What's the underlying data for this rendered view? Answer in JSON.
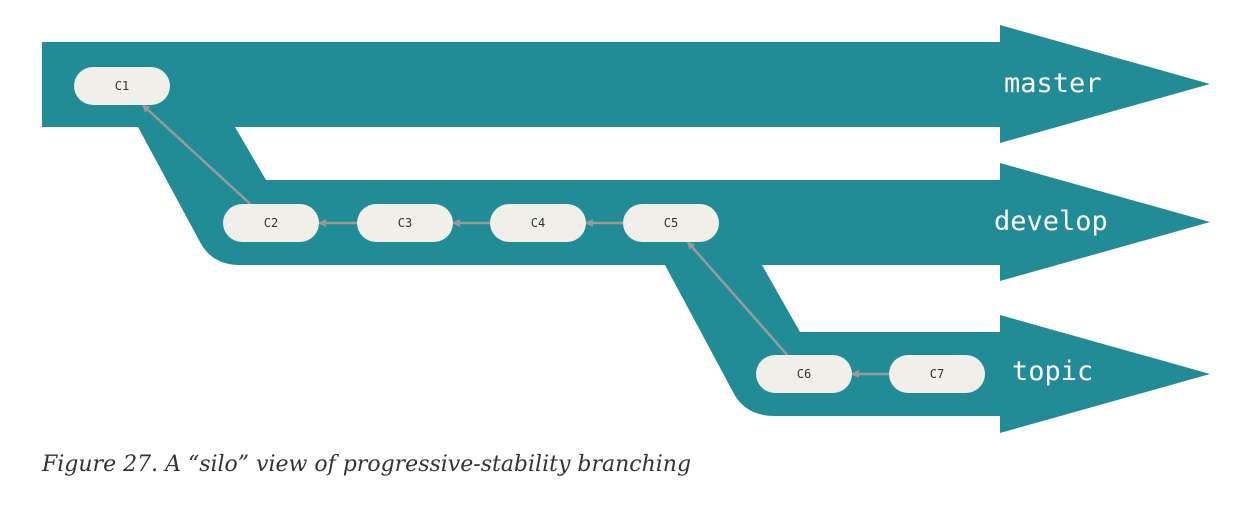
{
  "colors": {
    "branch": "#218c96",
    "commit": "#f0efe9",
    "arrow": "#9a9a9a"
  },
  "branches": [
    {
      "id": "master",
      "label": "master"
    },
    {
      "id": "develop",
      "label": "develop"
    },
    {
      "id": "topic",
      "label": "topic"
    }
  ],
  "commits": [
    {
      "id": "c1",
      "label": "C1",
      "branch": "master"
    },
    {
      "id": "c2",
      "label": "C2",
      "branch": "develop"
    },
    {
      "id": "c3",
      "label": "C3",
      "branch": "develop"
    },
    {
      "id": "c4",
      "label": "C4",
      "branch": "develop"
    },
    {
      "id": "c5",
      "label": "C5",
      "branch": "develop"
    },
    {
      "id": "c6",
      "label": "C6",
      "branch": "topic"
    },
    {
      "id": "c7",
      "label": "C7",
      "branch": "topic"
    }
  ],
  "edges": [
    {
      "from": "c2",
      "to": "c1"
    },
    {
      "from": "c3",
      "to": "c2"
    },
    {
      "from": "c4",
      "to": "c3"
    },
    {
      "from": "c5",
      "to": "c4"
    },
    {
      "from": "c6",
      "to": "c5"
    },
    {
      "from": "c7",
      "to": "c6"
    }
  ],
  "caption": "Figure 27. A “silo” view of progressive-stability branching"
}
